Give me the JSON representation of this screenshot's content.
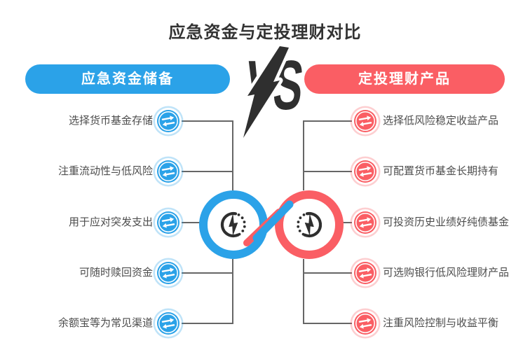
{
  "title": "应急资金与定投理财对比",
  "vs_label": "VS",
  "left": {
    "header": "应急资金储备",
    "accent": "#2ba2e8",
    "items": [
      "选择货币基金存储",
      "注重流动性与低风险",
      "用于应对突发支出",
      "可随时赎回资金",
      "余额宝等为常见渠道"
    ]
  },
  "right": {
    "header": "定投理财产品",
    "accent": "#fa5e64",
    "items": [
      "选择低风险稳定收益产品",
      "可配置货币基金长期持有",
      "可投资历史业绩好纯债基金",
      "可选购银行低风险理财产品",
      "注重风险控制与收益平衡"
    ]
  },
  "icons": {
    "item_icon": "transfer-arrows-icon",
    "center_icon": "energy-meter-icon",
    "vs_icon": "lightning-bolt-icon"
  },
  "colors": {
    "blue": "#2ba2e8",
    "red": "#fa5e64",
    "ink": "#2f2f2f",
    "line": "#666666",
    "text": "#4d4d4d",
    "title": "#333333"
  }
}
